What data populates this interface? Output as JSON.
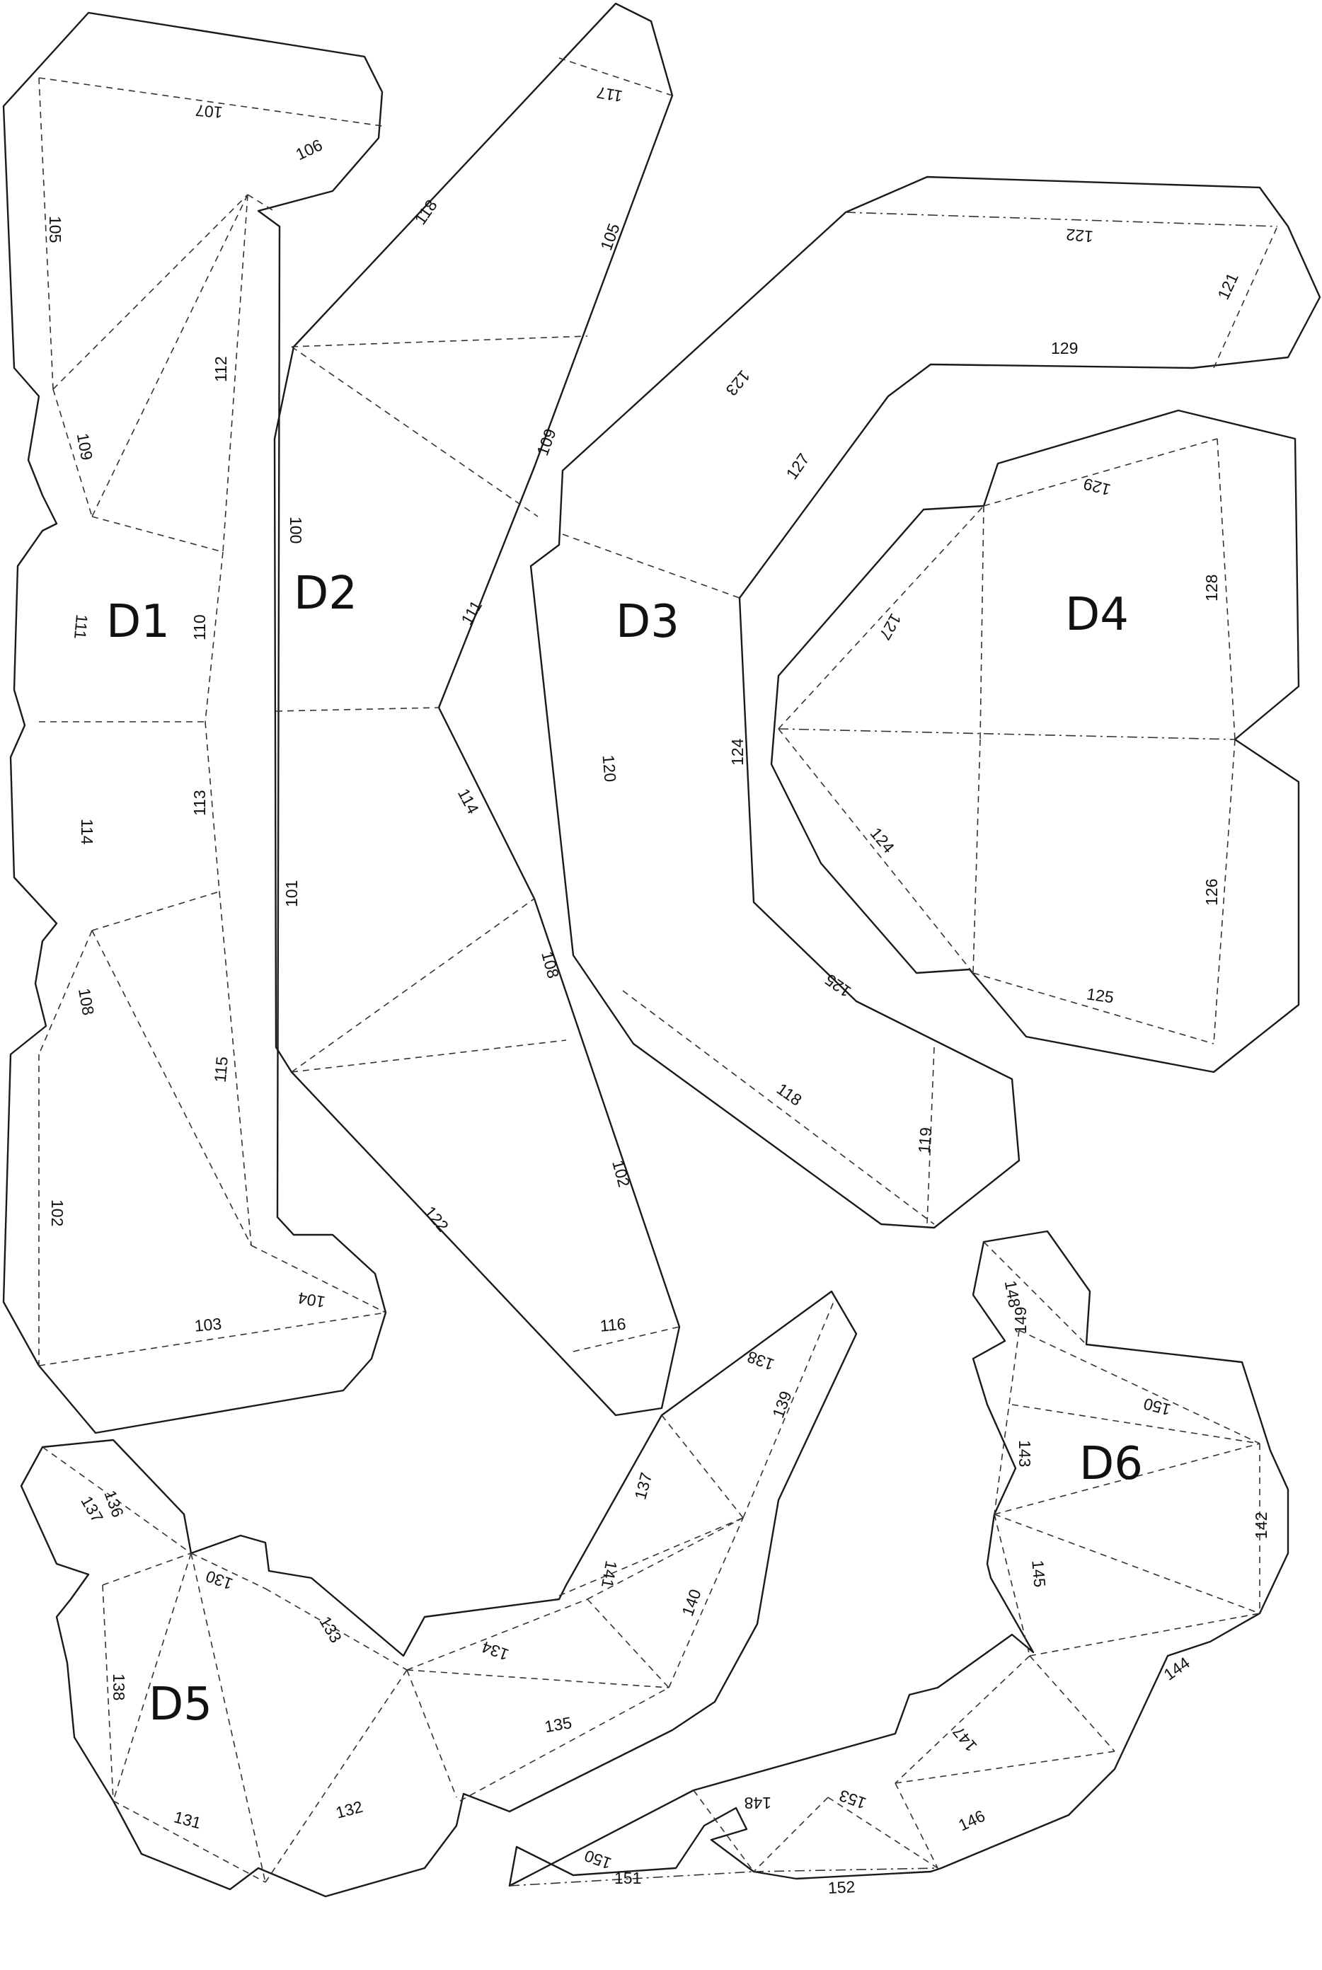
{
  "pieces": [
    {
      "id": "D1",
      "label": "D1",
      "edges": [
        "107",
        "106",
        "105",
        "109",
        "112",
        "111",
        "110",
        "114",
        "113",
        "108",
        "115",
        "102",
        "103",
        "104"
      ]
    },
    {
      "id": "D2",
      "label": "D2",
      "edges": [
        "117",
        "118",
        "105",
        "109",
        "100",
        "111",
        "114",
        "101",
        "108",
        "102",
        "122",
        "116"
      ]
    },
    {
      "id": "D3",
      "label": "D3",
      "edges": [
        "122",
        "121",
        "129",
        "123",
        "127",
        "124",
        "120",
        "125",
        "118",
        "119"
      ]
    },
    {
      "id": "D4",
      "label": "D4",
      "edges": [
        "129",
        "128",
        "127",
        "124",
        "126",
        "125"
      ]
    },
    {
      "id": "D5",
      "label": "D5",
      "edges": [
        "136",
        "137",
        "130",
        "133",
        "138",
        "131",
        "132",
        "134",
        "135",
        "141",
        "137",
        "138",
        "139",
        "140"
      ]
    },
    {
      "id": "D6",
      "label": "D6",
      "edges": [
        "148",
        "149",
        "150",
        "143",
        "142",
        "145",
        "144",
        "147",
        "153",
        "148",
        "146",
        "150",
        "151",
        "152"
      ]
    }
  ],
  "edge_labels": [
    "107",
    "106",
    "105",
    "109",
    "112",
    "111",
    "110",
    "114",
    "113",
    "108",
    "115",
    "102",
    "103",
    "104",
    "117",
    "118",
    "105",
    "109",
    "100",
    "111",
    "114",
    "101",
    "108",
    "102",
    "122",
    "116",
    "122",
    "121",
    "129",
    "123",
    "127",
    "124",
    "120",
    "125",
    "118",
    "119",
    "129",
    "128",
    "127",
    "124",
    "126",
    "125",
    "136",
    "137",
    "130",
    "133",
    "138",
    "131",
    "132",
    "134",
    "135",
    "141",
    "137",
    "138",
    "139",
    "140",
    "148",
    "149",
    "150",
    "143",
    "142",
    "145",
    "144",
    "147",
    "153",
    "148",
    "146",
    "150",
    "151",
    "152"
  ]
}
